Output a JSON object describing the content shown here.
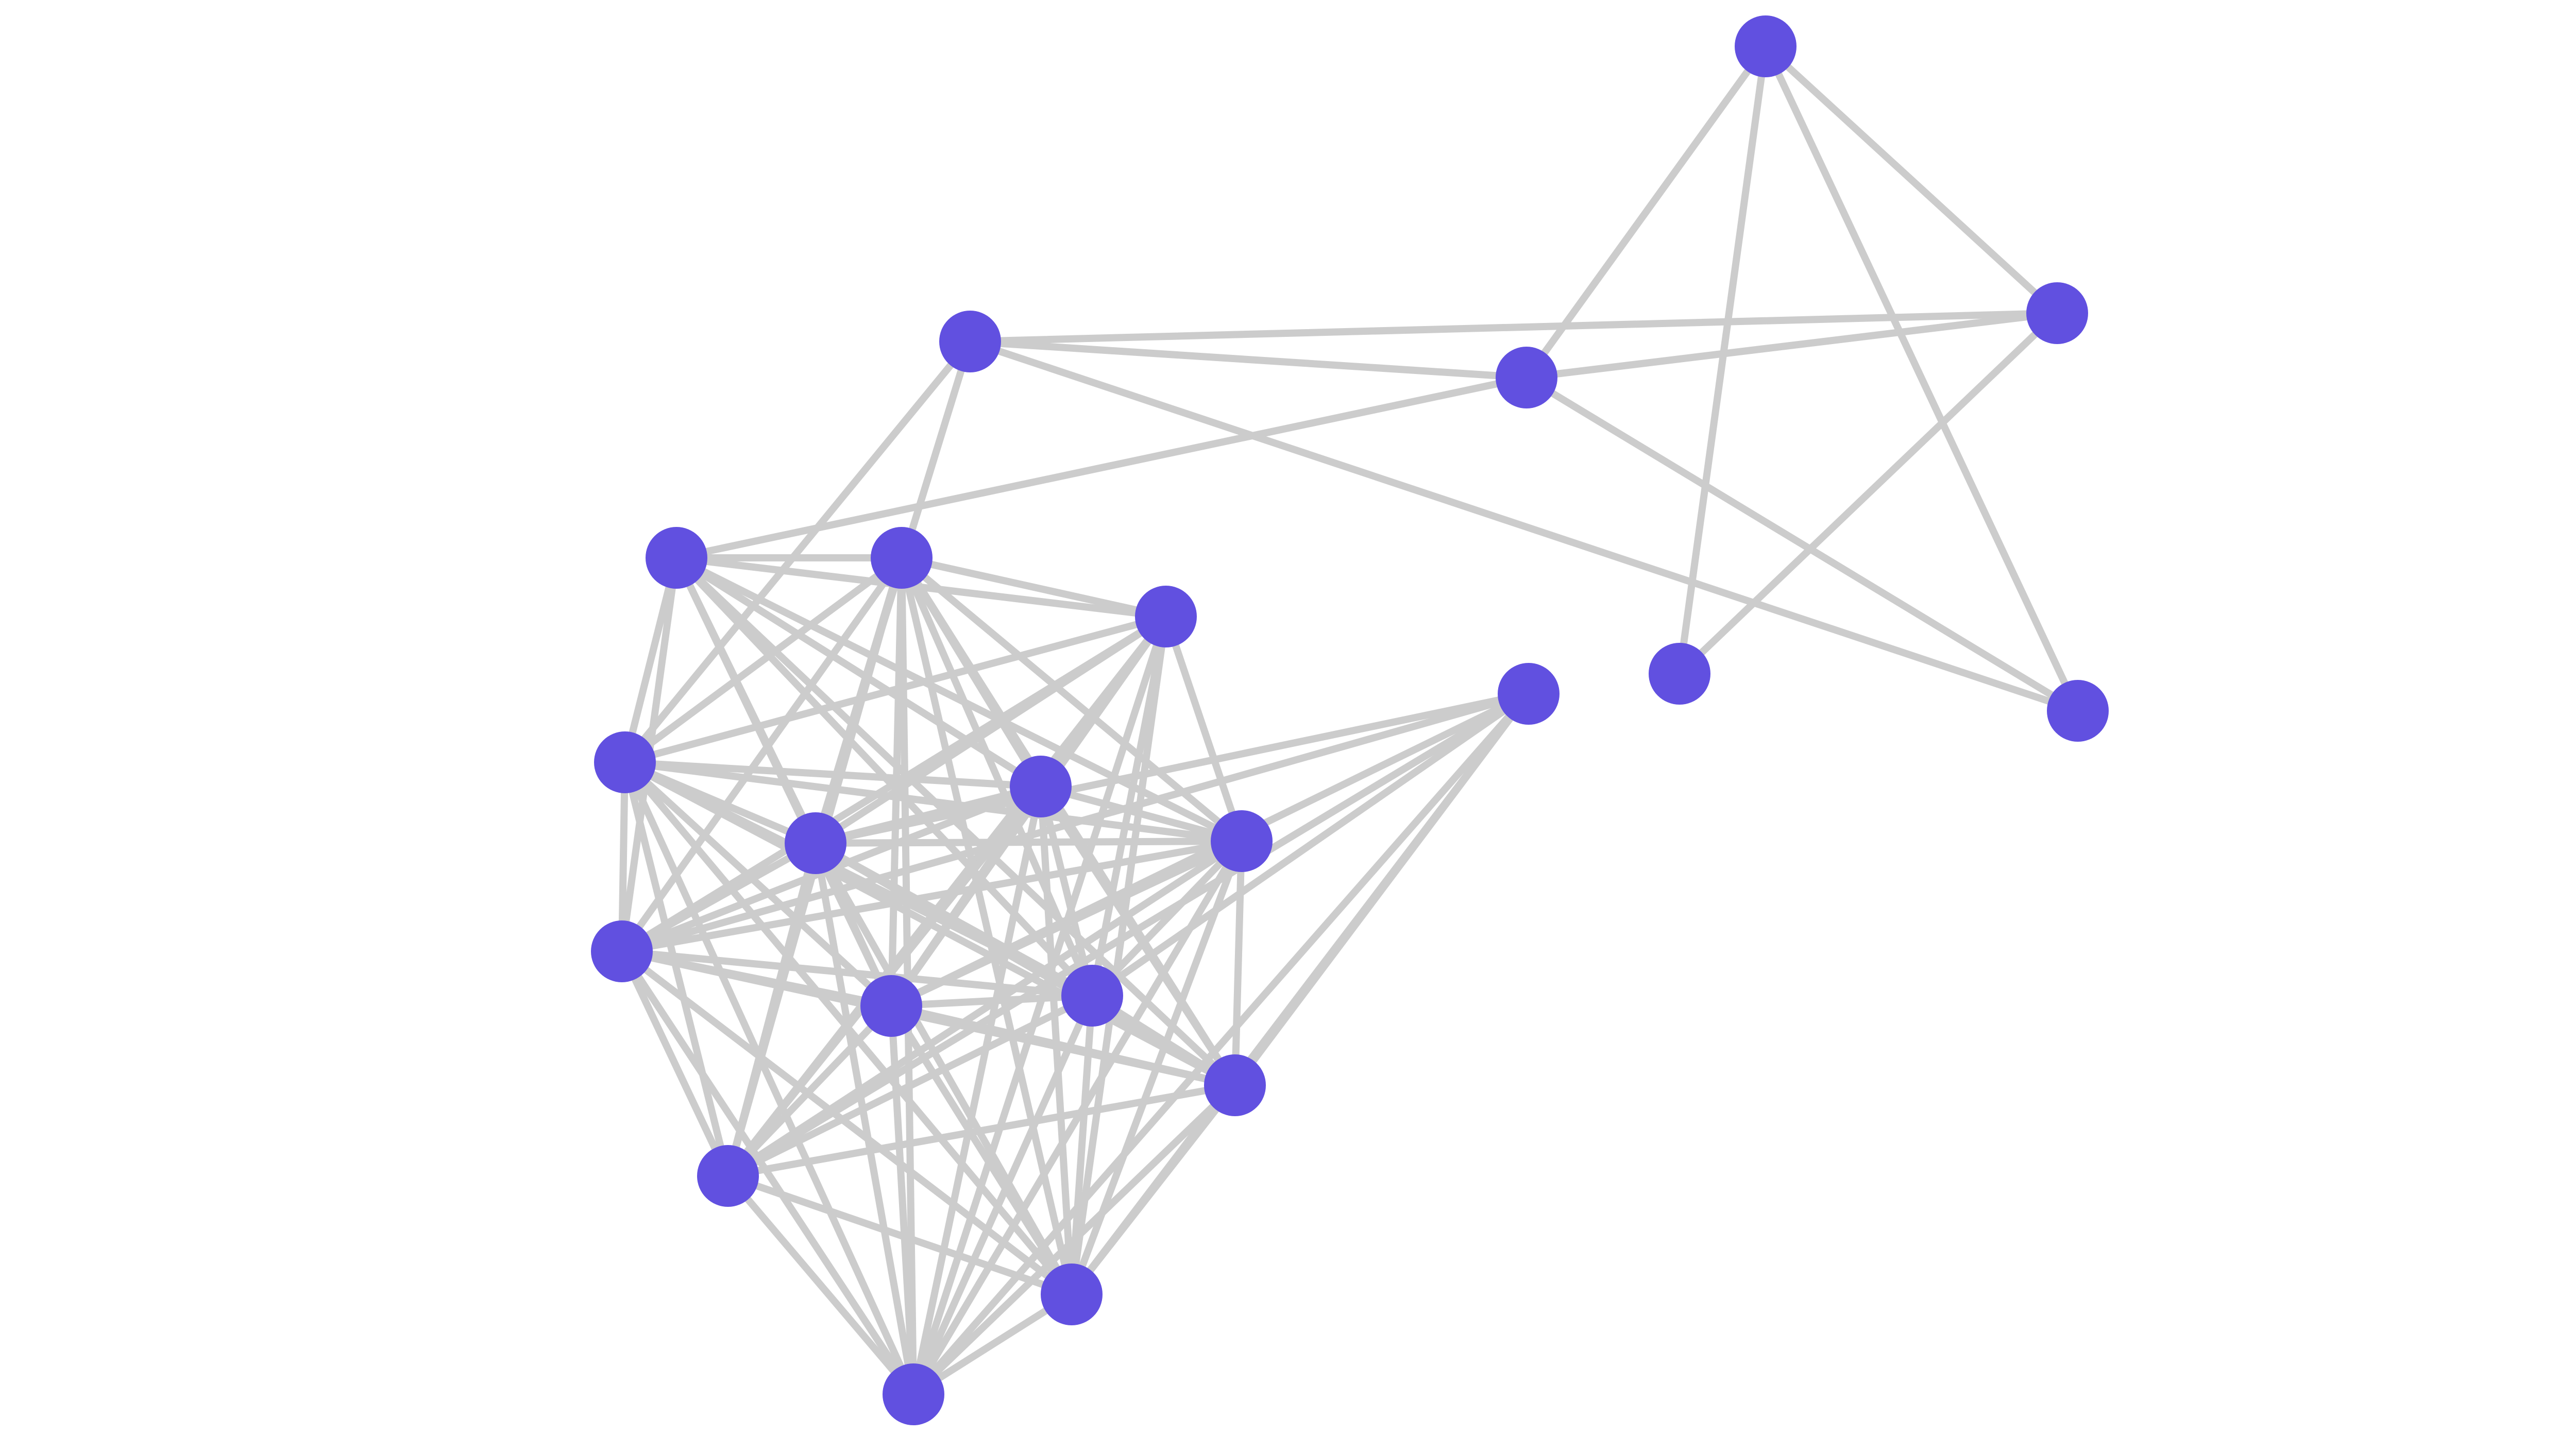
{
  "colors": {
    "background": "#ffffff",
    "node_fill": "#6150E0",
    "edge_stroke": "#CCCCCC"
  },
  "graph": {
    "type": "network",
    "directed": false,
    "node_ids": [
      "n1",
      "n2",
      "n3",
      "n4",
      "n5",
      "n6",
      "n7",
      "n8",
      "n9",
      "n10",
      "n11",
      "n12",
      "n13",
      "n14",
      "n15",
      "n16",
      "n17",
      "n18",
      "n19",
      "n20",
      "n21"
    ],
    "edges": [
      [
        "n1",
        "n2"
      ],
      [
        "n1",
        "n3"
      ],
      [
        "n1",
        "n4"
      ],
      [
        "n1",
        "n5"
      ],
      [
        "n2",
        "n3"
      ],
      [
        "n2",
        "n5"
      ],
      [
        "n2",
        "n6"
      ],
      [
        "n3",
        "n4"
      ],
      [
        "n3",
        "n6"
      ],
      [
        "n3",
        "n7"
      ],
      [
        "n4",
        "n6"
      ],
      [
        "n6",
        "n10"
      ],
      [
        "n6",
        "n12"
      ],
      [
        "n7",
        "n8"
      ],
      [
        "n7",
        "n9"
      ],
      [
        "n7",
        "n10"
      ],
      [
        "n7",
        "n11"
      ],
      [
        "n7",
        "n12"
      ],
      [
        "n7",
        "n13"
      ],
      [
        "n7",
        "n14"
      ],
      [
        "n7",
        "n15"
      ],
      [
        "n7",
        "n16"
      ],
      [
        "n7",
        "n17"
      ],
      [
        "n8",
        "n9"
      ],
      [
        "n8",
        "n10"
      ],
      [
        "n8",
        "n11"
      ],
      [
        "n8",
        "n12"
      ],
      [
        "n8",
        "n13"
      ],
      [
        "n8",
        "n14"
      ],
      [
        "n8",
        "n15"
      ],
      [
        "n8",
        "n16"
      ],
      [
        "n8",
        "n17"
      ],
      [
        "n8",
        "n18"
      ],
      [
        "n8",
        "n19"
      ],
      [
        "n8",
        "n20"
      ],
      [
        "n9",
        "n10"
      ],
      [
        "n9",
        "n11"
      ],
      [
        "n9",
        "n12"
      ],
      [
        "n9",
        "n13"
      ],
      [
        "n9",
        "n14"
      ],
      [
        "n9",
        "n15"
      ],
      [
        "n9",
        "n16"
      ],
      [
        "n9",
        "n18"
      ],
      [
        "n9",
        "n19"
      ],
      [
        "n9",
        "n20"
      ],
      [
        "n10",
        "n11"
      ],
      [
        "n10",
        "n12"
      ],
      [
        "n10",
        "n13"
      ],
      [
        "n10",
        "n14"
      ],
      [
        "n10",
        "n15"
      ],
      [
        "n10",
        "n16"
      ],
      [
        "n10",
        "n17"
      ],
      [
        "n10",
        "n18"
      ],
      [
        "n10",
        "n19"
      ],
      [
        "n10",
        "n20"
      ],
      [
        "n11",
        "n12"
      ],
      [
        "n11",
        "n13"
      ],
      [
        "n11",
        "n14"
      ],
      [
        "n11",
        "n15"
      ],
      [
        "n11",
        "n16"
      ],
      [
        "n11",
        "n17"
      ],
      [
        "n11",
        "n18"
      ],
      [
        "n11",
        "n19"
      ],
      [
        "n11",
        "n20"
      ],
      [
        "n12",
        "n13"
      ],
      [
        "n12",
        "n14"
      ],
      [
        "n12",
        "n15"
      ],
      [
        "n12",
        "n16"
      ],
      [
        "n12",
        "n17"
      ],
      [
        "n12",
        "n18"
      ],
      [
        "n12",
        "n19"
      ],
      [
        "n12",
        "n20"
      ],
      [
        "n12",
        "n21"
      ],
      [
        "n13",
        "n14"
      ],
      [
        "n13",
        "n15"
      ],
      [
        "n13",
        "n16"
      ],
      [
        "n13",
        "n17"
      ],
      [
        "n13",
        "n18"
      ],
      [
        "n13",
        "n19"
      ],
      [
        "n13",
        "n20"
      ],
      [
        "n14",
        "n15"
      ],
      [
        "n14",
        "n16"
      ],
      [
        "n14",
        "n17"
      ],
      [
        "n14",
        "n18"
      ],
      [
        "n14",
        "n19"
      ],
      [
        "n14",
        "n20"
      ],
      [
        "n14",
        "n21"
      ],
      [
        "n15",
        "n16"
      ],
      [
        "n15",
        "n17"
      ],
      [
        "n15",
        "n18"
      ],
      [
        "n15",
        "n19"
      ],
      [
        "n15",
        "n20"
      ],
      [
        "n15",
        "n21"
      ],
      [
        "n16",
        "n17"
      ],
      [
        "n16",
        "n18"
      ],
      [
        "n16",
        "n19"
      ],
      [
        "n16",
        "n20"
      ],
      [
        "n16",
        "n21"
      ],
      [
        "n17",
        "n18"
      ],
      [
        "n17",
        "n19"
      ],
      [
        "n17",
        "n20"
      ],
      [
        "n17",
        "n21"
      ],
      [
        "n18",
        "n19"
      ],
      [
        "n18",
        "n20"
      ],
      [
        "n18",
        "n21"
      ],
      [
        "n19",
        "n20"
      ],
      [
        "n19",
        "n21"
      ],
      [
        "n20",
        "n21"
      ]
    ]
  }
}
